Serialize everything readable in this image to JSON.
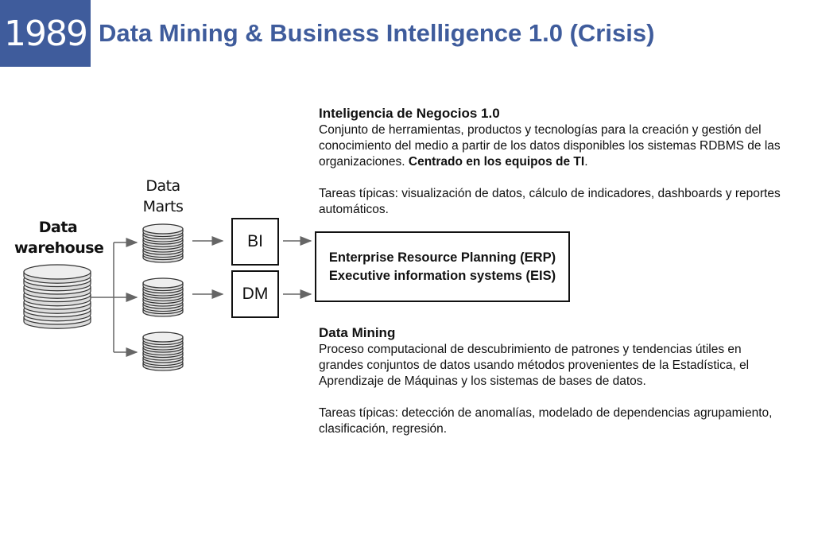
{
  "header": {
    "year": "1989",
    "title": "Data Mining & Business Intelligence 1.0 (Crisis)"
  },
  "diagram": {
    "data_warehouse_label": [
      "Data",
      "warehouse"
    ],
    "data_marts_label": [
      "Data",
      "Marts"
    ],
    "bi_box": "BI",
    "dm_box": "DM",
    "systems": [
      "Enterprise Resource Planning (ERP)",
      "Executive information systems (EIS)"
    ]
  },
  "bi_section": {
    "heading": "Inteligencia de Negocios 1.0",
    "description_prefix": "Conjunto de herramientas, productos y tecnologías para la creación y gestión del conocimiento del medio a partir de los datos disponibles los sistemas RDBMS de las organizaciones. ",
    "description_bold": "Centrado en los equipos de TI",
    "description_suffix": ".",
    "tasks": "Tareas típicas: visualización de datos, cálculo de indicadores, dashboards y reportes automáticos."
  },
  "dm_section": {
    "heading": "Data Mining",
    "description": "Proceso computacional de descubrimiento de patrones y tendencias útiles en grandes conjuntos de datos usando métodos provenientes de la Estadística, el Aprendizaje de Máquinas y los sistemas de bases de datos.",
    "tasks": "Tareas típicas: detección de anomalías, modelado de dependencias agrupamiento, clasificación, regresión."
  },
  "colors": {
    "accent": "#3f5c9c",
    "line": "#666666"
  }
}
